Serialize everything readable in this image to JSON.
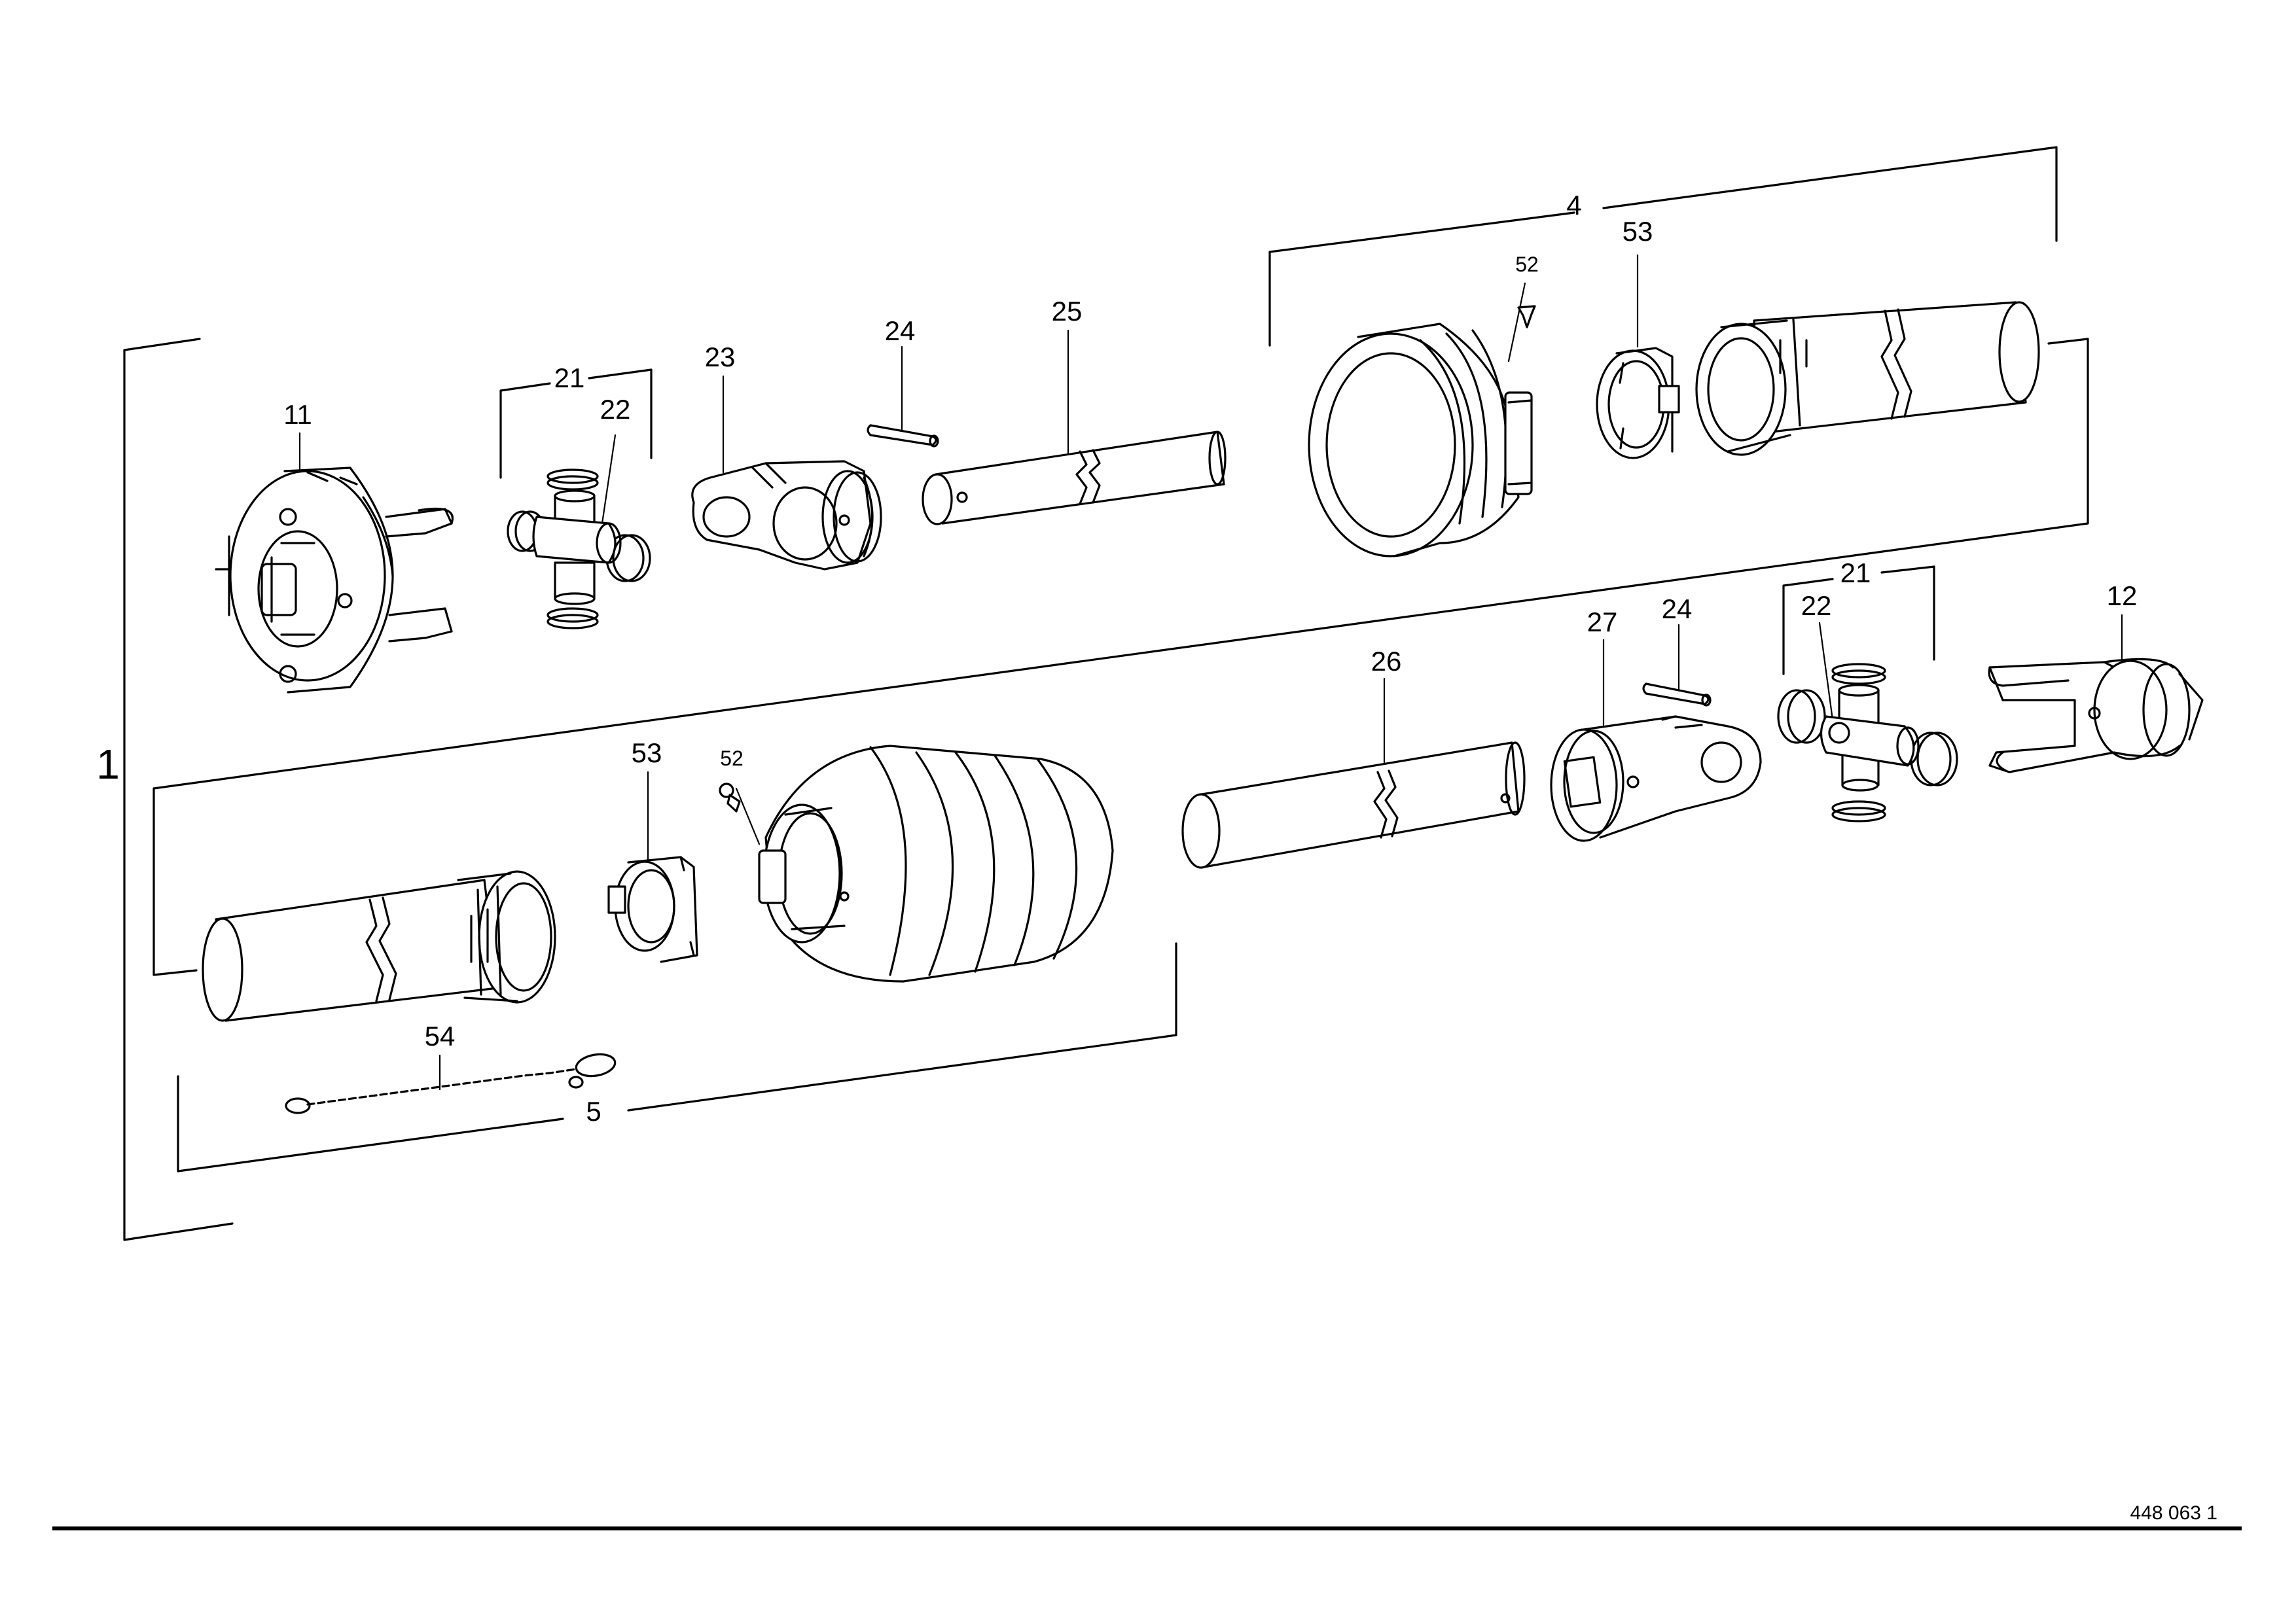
{
  "labels": {
    "l1": "1",
    "l4": "4",
    "l5": "5",
    "l11": "11",
    "l12": "12",
    "l21a": "21",
    "l21b": "21",
    "l22a": "22",
    "l22b": "22",
    "l23": "23",
    "l24a": "24",
    "l24b": "24",
    "l25": "25",
    "l26": "26",
    "l27": "27",
    "l52a": "52",
    "l52b": "52",
    "l53a": "53",
    "l53b": "53",
    "l54": "54"
  },
  "drawing_number": "448 063 1"
}
